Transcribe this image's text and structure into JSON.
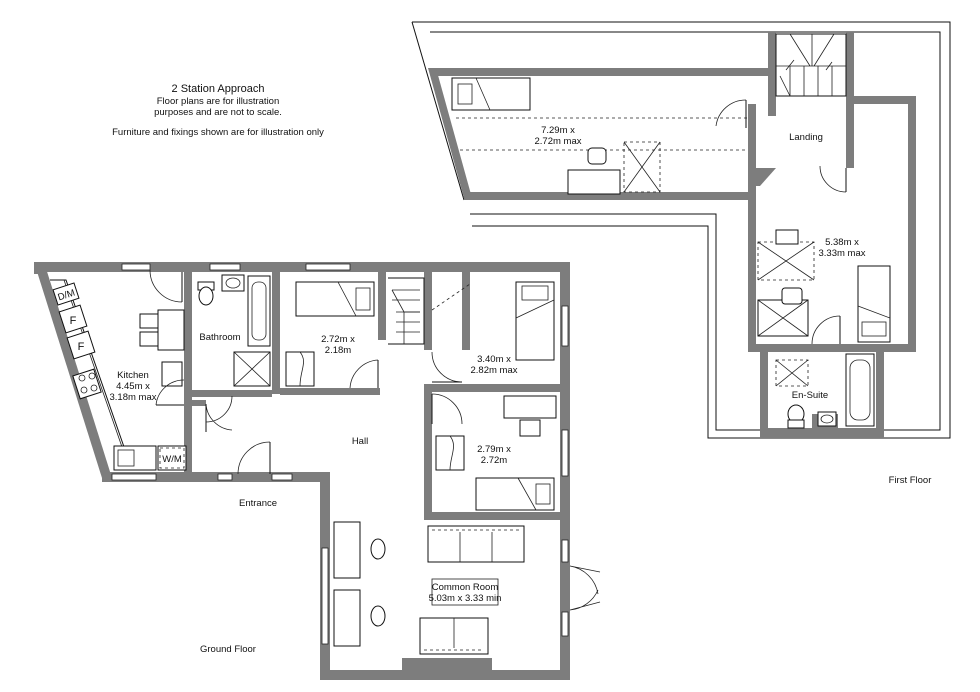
{
  "header": {
    "title": "2 Station Approach",
    "disclaimer_line1": "Floor plans are for illustration",
    "disclaimer_line2": "purposes and are not to scale.",
    "disclaimer_line3": "Furniture and fixings shown are for illustration only"
  },
  "floors": {
    "ground": {
      "label": "Ground Floor",
      "rooms": {
        "kitchen": {
          "name": "Kitchen",
          "dim1": "4.45m x",
          "dim2": "3.18m max"
        },
        "bathroom": {
          "name": "Bathroom"
        },
        "bedroom1": {
          "dim1": "2.72m x",
          "dim2": "2.18m"
        },
        "bedroom2": {
          "dim1": "3.40m x",
          "dim2": "2.82m max"
        },
        "bedroom3": {
          "dim1": "2.79m x",
          "dim2": "2.72m"
        },
        "hall": {
          "name": "Hall"
        },
        "entrance": {
          "name": "Entrance"
        },
        "common_room": {
          "name": "Common Room",
          "dims": "5.03m x 3.33 min"
        }
      },
      "appliances": {
        "dm": "D/M",
        "fridge1": "F",
        "fridge2": "F",
        "wm": "W/M"
      }
    },
    "first": {
      "label": "First Floor",
      "rooms": {
        "loft_bedroom": {
          "dim1": "7.29m x",
          "dim2": "2.72m max"
        },
        "landing": {
          "name": "Landing"
        },
        "bedroom": {
          "dim1": "5.38m x",
          "dim2": "3.33m max"
        },
        "ensuite": {
          "name": "En-Suite"
        }
      }
    }
  }
}
